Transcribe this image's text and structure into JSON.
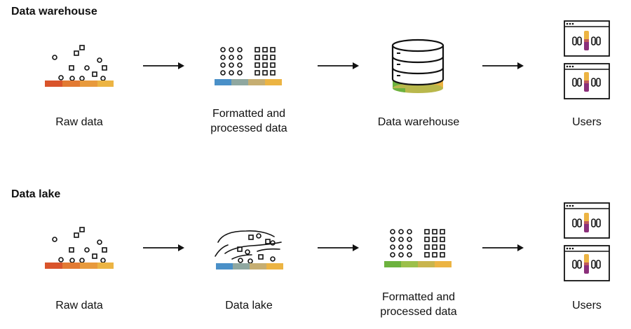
{
  "sections": [
    {
      "title": "Data warehouse",
      "labels": {
        "raw": "Raw data",
        "formatted": "Formatted and processed data",
        "warehouse": "Data warehouse",
        "users": "Users"
      }
    },
    {
      "title": "Data lake",
      "labels": {
        "raw": "Raw data",
        "lake": "Data lake",
        "formatted": "Formatted and processed data",
        "users": "Users"
      }
    }
  ],
  "colors": {
    "ink": "#111111",
    "raw_bar": [
      "#d9542b",
      "#e27a33",
      "#e89a3c",
      "#ecb443"
    ],
    "processed_bar": [
      "#4a90c8",
      "#8fa7a0",
      "#c6ae72",
      "#ecb443"
    ],
    "lake_bar": [
      "#4a90c8",
      "#8fa7a0",
      "#c6ae72",
      "#ecb443"
    ],
    "curated_bar": [
      "#6cb23e",
      "#9cc04a",
      "#c9b54d",
      "#ecb443"
    ],
    "warehouse_band": [
      "#6cb23e",
      "#9cc04a",
      "#c9b54d",
      "#ecb443"
    ],
    "user_bar_top": "#ecb443",
    "user_bar_bottom": "#8b2f7a"
  },
  "icons": {
    "raw": "raw-data-icon",
    "processed": "structured-data-icon",
    "warehouse": "database-icon",
    "users": "app-window-icon",
    "lake": "data-lake-icon",
    "arrow": "arrow-right-icon"
  }
}
